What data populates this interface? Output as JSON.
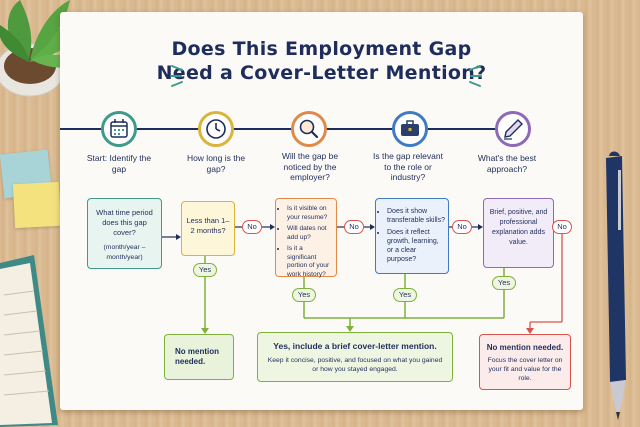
{
  "title": [
    "Does This Employment Gap",
    "Need a Cover-Letter Mention?"
  ],
  "steps": [
    {
      "icon": "calendar-icon",
      "question": "Start: Identify the gap",
      "color": "#3e9a8a"
    },
    {
      "icon": "clock-icon",
      "question": "How long is the gap?",
      "color": "#d9b43a"
    },
    {
      "icon": "magnifier-icon",
      "question": "Will the gap be noticed by the employer?",
      "color": "#e08a4a"
    },
    {
      "icon": "briefcase-icon",
      "question": "Is the gap relevant to the role or industry?",
      "color": "#3f7bc4"
    },
    {
      "icon": "pen-icon",
      "question": "What's the best approach?",
      "color": "#8d6ab8"
    }
  ],
  "boxes": {
    "identify": {
      "text": "What time period does this gap cover?",
      "sub": "(month/year – month/year)"
    },
    "length": {
      "text": "Less than 1–2 months?"
    },
    "noticed": {
      "items": [
        "Is it visible on your resume?",
        "Will dates not add up?",
        "Is it a significant portion of your work history?"
      ]
    },
    "relevant": {
      "items": [
        "Does it show transferable skills?",
        "Does it reflect growth, learning, or a clear purpose?"
      ]
    },
    "approach": {
      "text": "Brief, positive, and professional explanation adds value."
    }
  },
  "labels": {
    "no": "No",
    "yes": "Yes"
  },
  "outcomes": {
    "no_mention_short": {
      "title": "No mention needed."
    },
    "include": {
      "title": "Yes, include a brief cover-letter mention.",
      "body": "Keep it concise, positive, and focused on what you gained or how you stayed engaged."
    },
    "no_mention_long": {
      "title": "No mention needed.",
      "body": "Focus the cover letter on your fit and value for the role."
    }
  },
  "colors": {
    "navy": "#1f2d5c",
    "green": "#7fb23d",
    "red": "#d9534f",
    "teal": "#3e9a8a",
    "orange": "#e08a4a",
    "blue": "#3f7bc4",
    "gold": "#d9b43a",
    "purple": "#8d6ab8"
  }
}
